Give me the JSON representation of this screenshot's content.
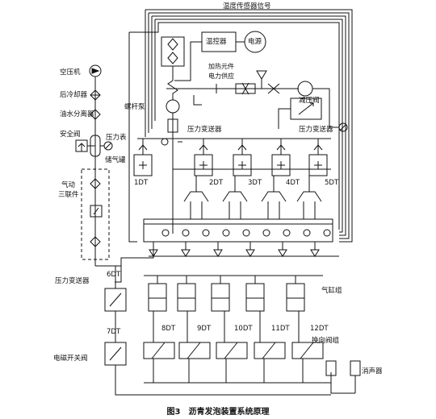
{
  "labels": {
    "temp_signal": "温度传感器信号",
    "controller": "温控器",
    "power": "电源",
    "heater_supply_1": "加热元件",
    "heater_supply_2": "电力供应",
    "screw_pump": "螺杆泵",
    "reducing_valve": "减压阀",
    "pressure_transmitter_1": "压力变送器",
    "pressure_transmitter_2": "压力变送器",
    "pressure_transmitter_3": "压力变送器",
    "air_compressor": "空压机",
    "aftercooler": "后冷却器",
    "oil_water_separator": "油水分离器",
    "safety_valve": "安全阀",
    "pressure_gauge": "压力表",
    "air_tank": "储气罐",
    "pneumatic_triple_1": "气动",
    "pneumatic_triple_2": "三联件",
    "solenoid_valve": "电磁开关阀",
    "cylinder_group": "气缸组",
    "reversing_valve_group": "换向阀组",
    "silencer": "消声器"
  },
  "valve_codes": {
    "dt1": "1DT",
    "dt2": "2DT",
    "dt3": "3DT",
    "dt4": "4DT",
    "dt5": "5DT",
    "dt6": "6DT",
    "dt7": "7DT",
    "dt8": "8DT",
    "dt9": "9DT",
    "dt10": "10DT",
    "dt11": "11DT",
    "dt12": "12DT"
  },
  "caption": "图3　沥青发泡装置系统原理"
}
